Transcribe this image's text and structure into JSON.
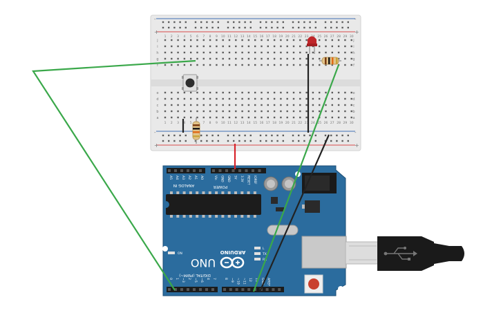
{
  "breadboard": {
    "rail_plus": "+",
    "rail_minus": "-",
    "columns": [
      "1",
      "2",
      "3",
      "4",
      "5",
      "6",
      "7",
      "8",
      "9",
      "10",
      "11",
      "12",
      "13",
      "14",
      "15",
      "16",
      "17",
      "18",
      "19",
      "20",
      "21",
      "22",
      "23",
      "24",
      "25",
      "26",
      "27",
      "28",
      "29",
      "30"
    ],
    "rows_top": [
      "j",
      "i",
      "h",
      "g",
      "f"
    ],
    "rows_bottom": [
      "e",
      "d",
      "c",
      "b",
      "a"
    ]
  },
  "arduino": {
    "brand": "ARDUINO",
    "model": "UNO",
    "analog_label": "ANALOG IN",
    "analog_pins": [
      "A0",
      "A1",
      "A2",
      "A3",
      "A4",
      "A5"
    ],
    "power_label": "POWER",
    "power_pins": [
      "IOREF",
      "RESET",
      "3.3V",
      "5V",
      "GND",
      "GND",
      "Vin"
    ],
    "digital_label": "DIGITAL (PWM~)",
    "digital_pins": [
      "0",
      "1",
      "~3",
      "2",
      "~5",
      "~6",
      "4",
      "7",
      "8",
      "~9",
      "~10",
      "~11",
      "12",
      "13",
      "GND",
      "AREF"
    ],
    "leds": [
      "ON",
      "L",
      "TX",
      "RX"
    ]
  },
  "colors": {
    "board": "#2b6c9e",
    "board_dark": "#1d4e75",
    "breadboard": "#e9e9e9",
    "rail_red": "#d94a4a",
    "rail_blue": "#3f6fb5",
    "wire_green": "#3aa84a",
    "wire_black": "#222222",
    "wire_red": "#d8232a",
    "led": "#c0262a",
    "usb": "#1a1a1a"
  },
  "icons": {
    "logo": "infinity-logo-icon",
    "usb": "usb-symbol-icon"
  }
}
